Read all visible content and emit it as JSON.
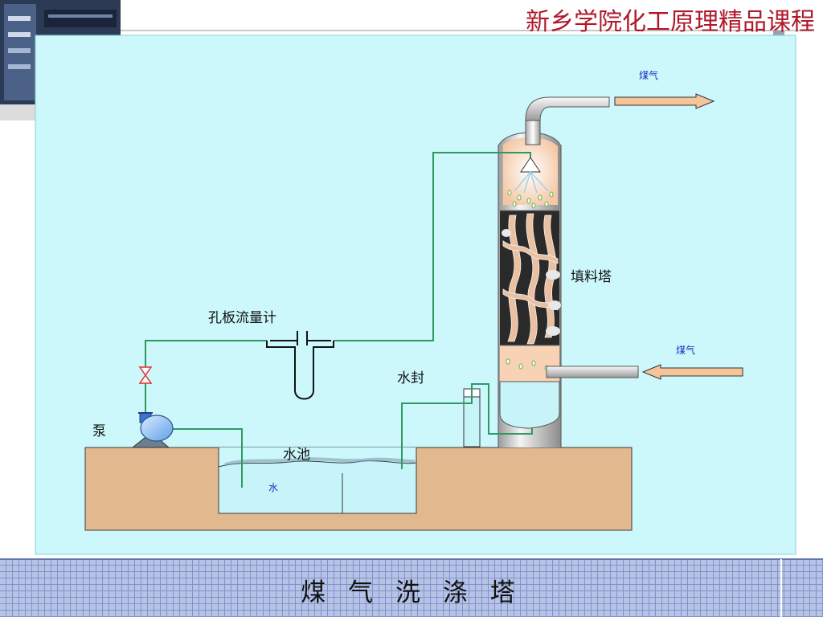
{
  "header": {
    "title": "新乡学院化工原理精品课程"
  },
  "diagram": {
    "labels": {
      "gas_out": "煤气",
      "gas_in": "煤气",
      "packed_tower": "填料塔",
      "orifice_meter": "孔板流量计",
      "water_seal": "水封",
      "pool": "水池",
      "pump": "泵",
      "water": "水"
    }
  },
  "footer": {
    "title": "煤 气 洗 涤 塔"
  },
  "colors": {
    "title_red": "#b0182a",
    "panel_bg": "#ccf7fb",
    "ground": "#e2b88f",
    "pipe_green": "#2e9a62",
    "arrow_fill": "#f5c498",
    "water": "#c6f4f8",
    "footer_band": "#8095c8"
  }
}
